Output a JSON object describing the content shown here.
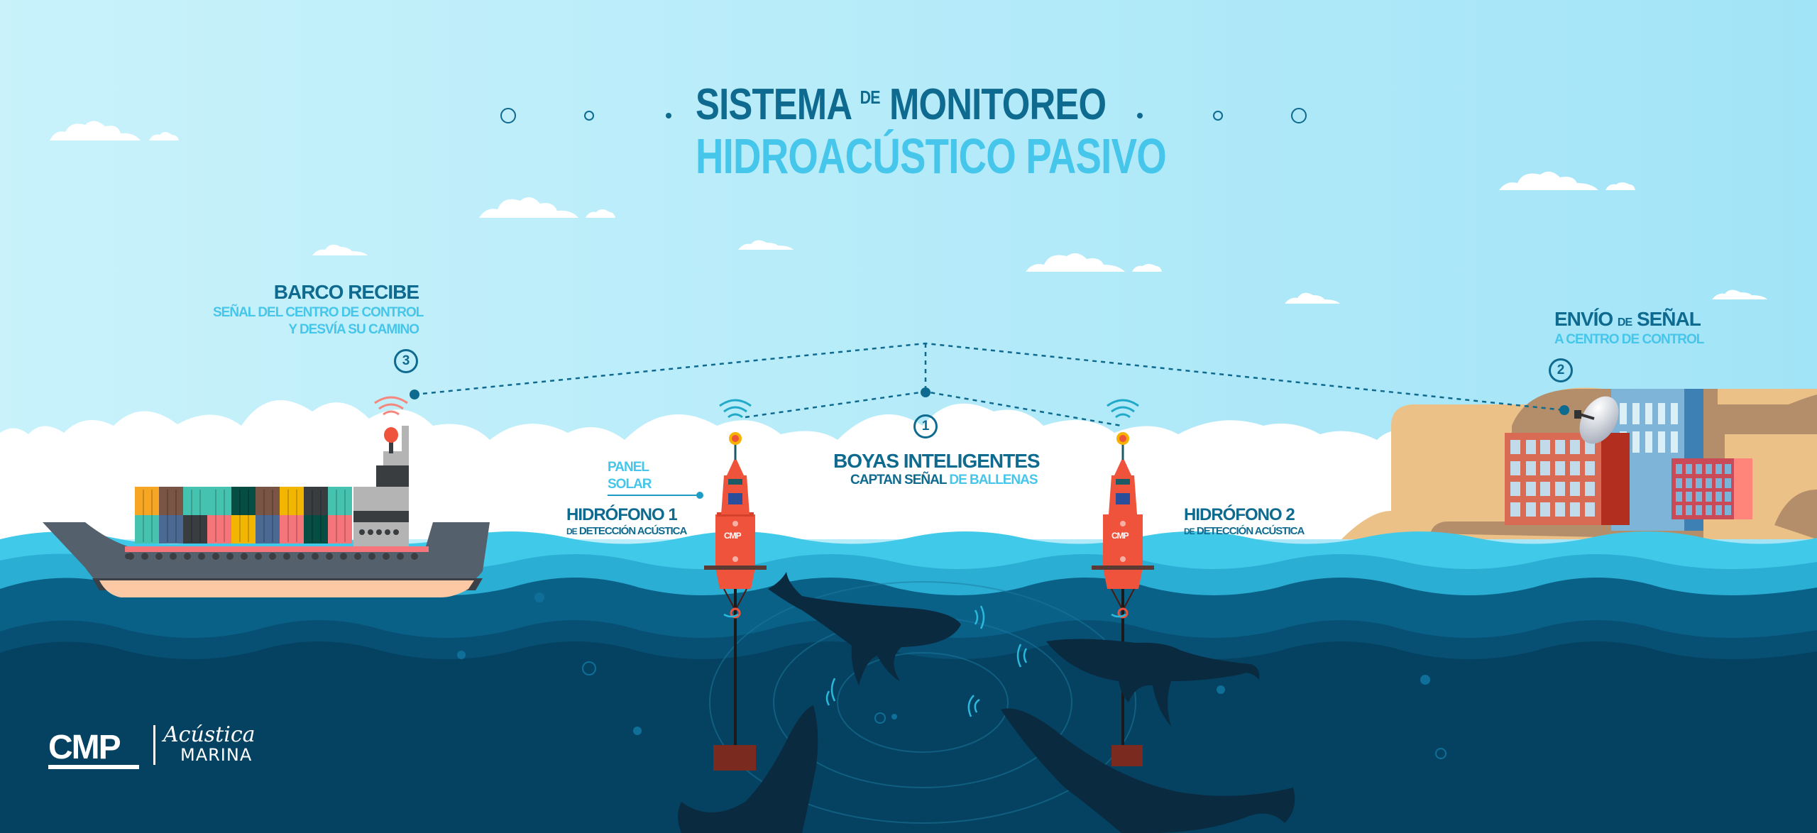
{
  "header": {
    "title_line1_a": "SISTEMA",
    "title_line1_de": "DE",
    "title_line1_b": "MONITOREO",
    "title_line2": "HIDROACÚSTICO PASIVO"
  },
  "steps": [
    {
      "number": "1",
      "heading": "BOYAS INTELIGENTES",
      "sub_a": "CAPTAN SEÑAL",
      "sub_b": "DE BALLENAS"
    },
    {
      "number": "2",
      "heading_a": "ENVÍO",
      "heading_de": "DE",
      "heading_b": "SEÑAL",
      "sub": "A CENTRO DE CONTROL"
    },
    {
      "number": "3",
      "heading": "BARCO RECIBE",
      "sub_line1": "SEÑAL DEL CENTRO DE CONTROL",
      "sub_line2": "Y DESVÍA SU CAMINO"
    }
  ],
  "labels": {
    "panel_line1": "PANEL",
    "panel_line2": "SOLAR",
    "hydrophone1": "HIDRÓFONO 1",
    "hydrophone2": "HIDRÓFONO 2",
    "detection_de": "DE",
    "detection": "DETECCIÓN ACÚSTICA"
  },
  "buoy_mark": "CMP",
  "logo": {
    "brand": "CMP",
    "sub_script": "Acústica",
    "sub_caps": "MARINA"
  },
  "colors": {
    "sky_top": "#c6f1fb",
    "sky_right": "#a3e5f7",
    "title_dark": "#0e6a8f",
    "title_light": "#45c6ea",
    "sea_surface": "#41c9ea",
    "sea_mid": "#0a6188",
    "sea_deep": "#054261",
    "buoy_red": "#f0533b",
    "sand": "#ecc187",
    "whale": "#0a2a3f"
  }
}
